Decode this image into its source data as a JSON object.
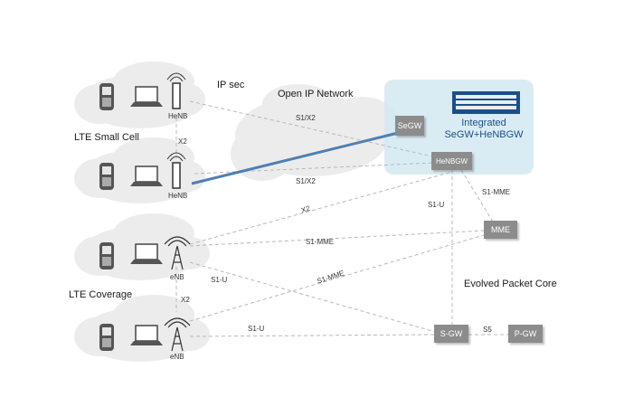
{
  "labels": {
    "ip_sec": "IP sec",
    "open_ip_network": "Open IP Network",
    "lte_small_cell": "LTE Small Cell",
    "lte_coverage": "LTE Coverage",
    "evolved_packet_core": "Evolved Packet Core",
    "integrated_line1": "Integrated",
    "integrated_line2": "SeGW+HeNBGW"
  },
  "devices": {
    "henb": "HeNB",
    "enb": "eNB"
  },
  "nodes": {
    "segw": "SeGW",
    "henbgw": "HeNBGW",
    "mme": "MME",
    "sgw": "S-GW",
    "pgw": "P-GW"
  },
  "links": {
    "s1x2_top": "S1/X2",
    "s1x2_mid": "S1/X2",
    "x2_small": "X2",
    "x2_diag": "X2",
    "s1_mme_a": "S1-MME",
    "s1_mme_b": "S1-MME",
    "s1_mme_c": "S1-MME",
    "s1_u_a": "S1-U",
    "s1_u_b": "S1-U",
    "s1_u_c": "S1-U",
    "x2_cov": "X2",
    "s5": "S5"
  },
  "colors": {
    "cloud": "#ececec",
    "highlight": "#d4e9f1",
    "node": "#8c8c8c",
    "tunnel": "#4f7fb5",
    "brand": "#1b4f8a"
  }
}
